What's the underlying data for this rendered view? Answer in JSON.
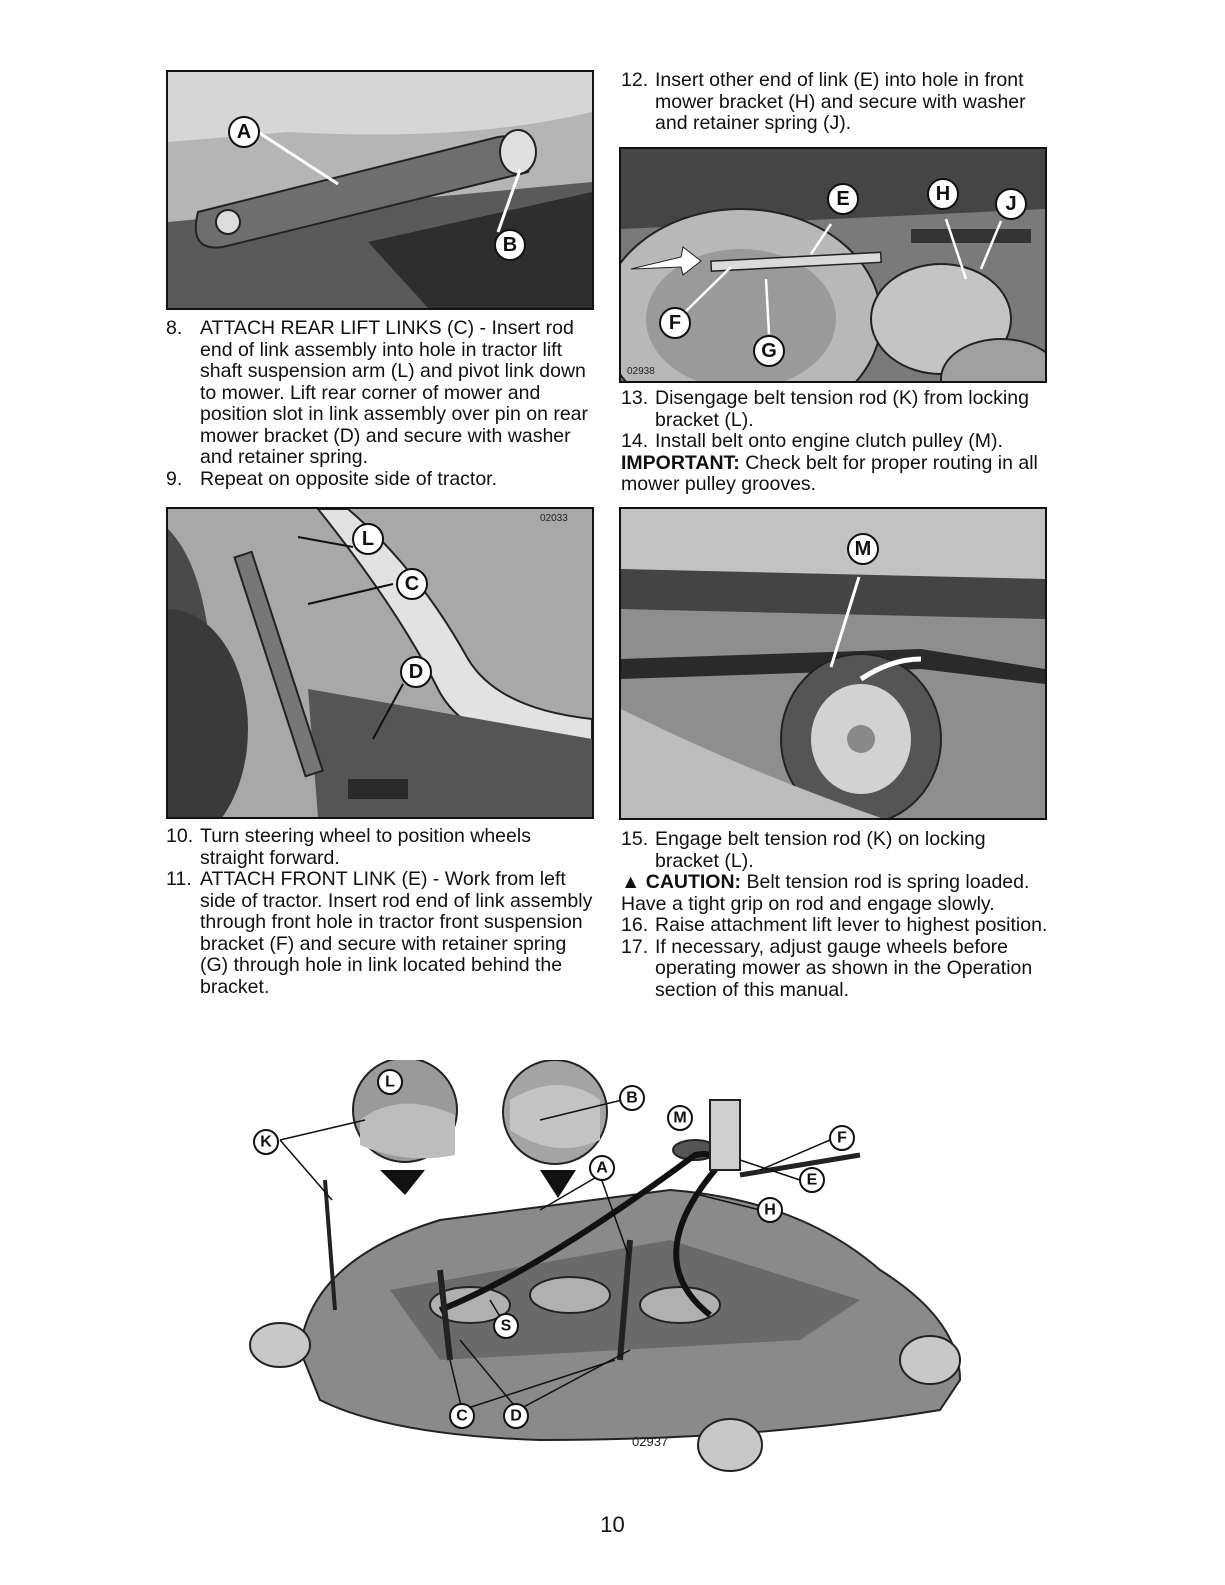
{
  "steps_left_top": [
    {
      "num": "8.",
      "text": "ATTACH REAR LIFT LINKS (C) - Insert rod end of link assembly into hole in tractor lift shaft suspension arm (L) and pivot link down to mower. Lift rear corner of mower and position slot in link assembly over pin on rear mower bracket (D) and secure with washer and retainer spring."
    },
    {
      "num": "9.",
      "text": "Repeat on opposite side of tractor."
    }
  ],
  "steps_left_bottom": [
    {
      "num": "10.",
      "text": "Turn steering wheel to position wheels straight forward."
    },
    {
      "num": "11.",
      "text": "ATTACH FRONT LINK (E) - Work from left side of tractor. Insert rod end of link assembly through front hole in tractor front suspension bracket (F) and secure with retainer spring (G) through hole in link located behind the bracket."
    }
  ],
  "step_12": {
    "num": "12.",
    "text": "Insert other end of link (E) into hole in front mower bracket (H) and secure with washer and retainer spring (J)."
  },
  "steps_right_mid": [
    {
      "num": "13.",
      "text": "Disengage belt tension rod (K) from locking bracket (L)."
    },
    {
      "num": "14.",
      "text": "Install belt onto engine clutch pulley (M)."
    }
  ],
  "important": {
    "label": "IMPORTANT:",
    "text": "Check belt for proper routing in all mower pulley grooves."
  },
  "step_15": {
    "num": "15.",
    "text": "Engage belt tension rod (K) on locking bracket (L)."
  },
  "caution": {
    "icon": "▲",
    "label": "CAUTION:",
    "text": "Belt tension rod is spring loaded. Have a tight grip on rod and engage slowly."
  },
  "steps_right_bottom": [
    {
      "num": "16.",
      "text": "Raise attachment lift lever to highest position."
    },
    {
      "num": "17.",
      "text": "If necessary, adjust gauge wheels before operating mower as shown in the Operation section of this manual."
    }
  ],
  "figures": {
    "fig1": {
      "labels": [
        "A",
        "B"
      ]
    },
    "fig2": {
      "number": "02033",
      "labels": [
        "L",
        "C",
        "D"
      ]
    },
    "fig3": {
      "number": "02938",
      "labels": [
        "E",
        "H",
        "J",
        "F",
        "G"
      ]
    },
    "fig4": {
      "labels": [
        "M"
      ]
    },
    "fig5": {
      "number": "02937",
      "labels": [
        "L",
        "K",
        "B",
        "M",
        "F",
        "A",
        "E",
        "H",
        "S",
        "C",
        "D"
      ]
    }
  },
  "page_number": "10",
  "colors": {
    "photo_dark": "#3a3a3a",
    "photo_mid": "#8c8c8c",
    "photo_light": "#c8c8c8",
    "line": "#111111"
  }
}
